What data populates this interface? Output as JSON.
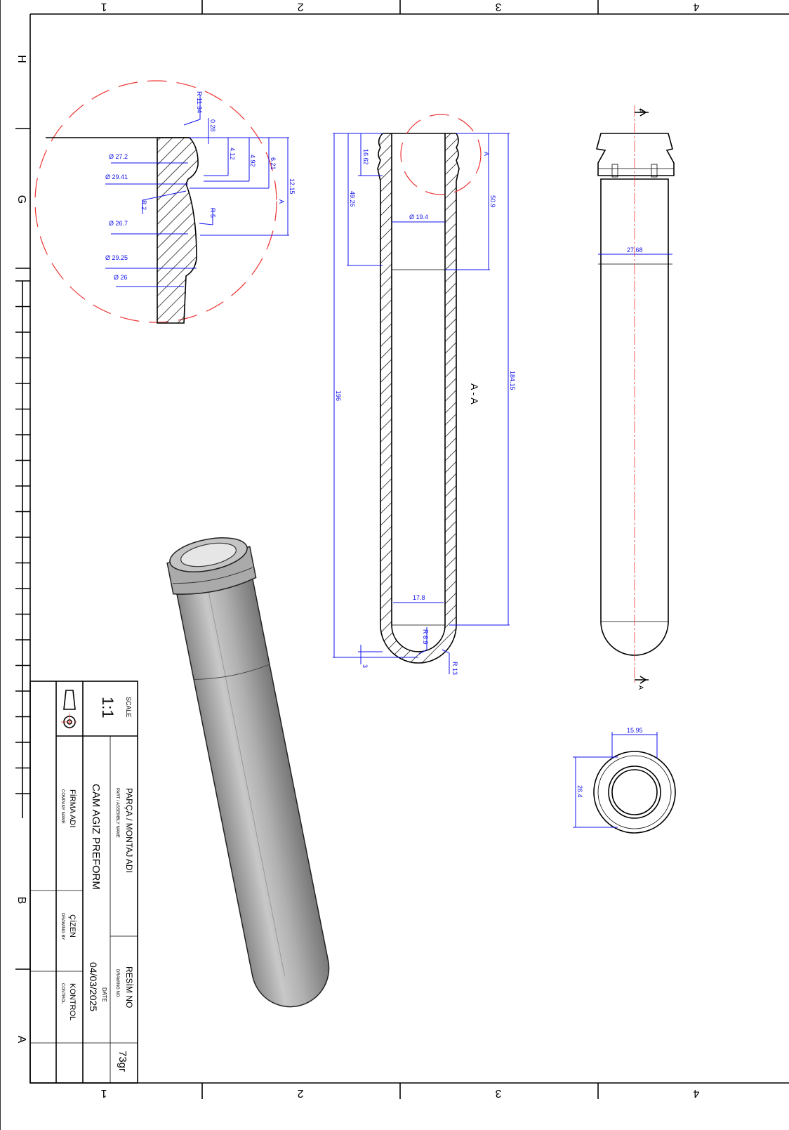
{
  "border": {
    "columns": [
      "1",
      "2",
      "3",
      "4"
    ],
    "rows": [
      "H",
      "G",
      "B",
      "A"
    ]
  },
  "detail": {
    "label": "A",
    "dims": {
      "r1134": "R 11.34",
      "d028": "0.28",
      "d412": "4.12",
      "d492": "4.92",
      "d621": "6.21",
      "d1215": "12.15",
      "o272": "Ø 27.2",
      "o2941": "Ø 29.41",
      "r2": "R 2",
      "o267": "Ø 26.7",
      "r5": "R 5",
      "o2925": "Ø 29.25",
      "o26": "Ø 26"
    }
  },
  "section": {
    "title": "A - A",
    "detail_ref": "A",
    "dims": {
      "d1662": "16.62",
      "d4926": "49.26",
      "o194": "Ø 19.4",
      "d509": "50.9",
      "d196": "196",
      "d18415": "184.15",
      "d178": "17.8",
      "r89": "R 8.9",
      "r13": "R 13",
      "d3": "3"
    }
  },
  "side_view": {
    "section_mark": "A",
    "dim_width": "27.68"
  },
  "bottom_view": {
    "dim_1595": "15.95",
    "dim_264": "26.4"
  },
  "title_block": {
    "scale_label": "SCALE",
    "scale": "1:1",
    "part_label": "PARÇA / MONTAJ ADI",
    "part_sub": "PART / ASSEMBLY NAME",
    "part_name": "CAM AGIZ PREFORM",
    "company_label": "FİRMA ADI",
    "company_sub": "COMPANY NAME",
    "drawn_label": "ÇİZEN",
    "drawn_sub": "DRAWING BY",
    "drawing_no_label": "RESİM NO",
    "drawing_no_sub": "DRAWING NO",
    "date_label": "DATE",
    "date": "04/03/2025",
    "control_label": "KONTROL",
    "control_sub": "CONTROL",
    "weight": "73gr"
  },
  "colors": {
    "dimension": "#1010ee",
    "centerline": "#e33333"
  }
}
